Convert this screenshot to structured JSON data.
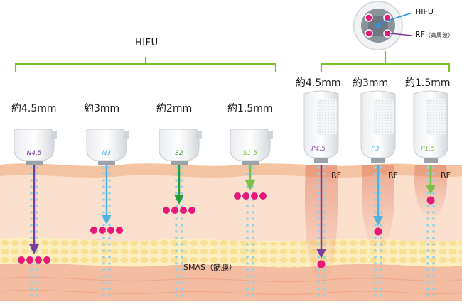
{
  "hifu_label": "HIFU",
  "smas_label": "SMAS（筋膜）",
  "legend": {
    "hifu": "HIFU",
    "rf": "RF",
    "rf_note": "（高周波）"
  },
  "rf_tag": "RF",
  "hifu_probes": [
    {
      "depth_label": "約4.5mm",
      "cartridge": "N4.5",
      "color": "#7b3fa0"
    },
    {
      "depth_label": "約3mm",
      "cartridge": "N3",
      "color": "#4fb3e0"
    },
    {
      "depth_label": "約2mm",
      "cartridge": "S2",
      "color": "#2a9a3a"
    },
    {
      "depth_label": "約1.5mm",
      "cartridge": "S1.5",
      "color": "#7cc242"
    }
  ],
  "rf_probes": [
    {
      "depth_label": "約4.5mm",
      "cartridge": "P4.5",
      "color": "#7b3fa0"
    },
    {
      "depth_label": "約3mm",
      "cartridge": "P3",
      "color": "#4fb3e0"
    },
    {
      "depth_label": "約1.5mm",
      "cartridge": "P1.5",
      "color": "#7cc242"
    }
  ],
  "colors": {
    "bracket": "#7cbf2a",
    "skin_top": "#f6c9a9",
    "skin_mid": "#fbe3d2",
    "fat": "#fdeec0",
    "fat_dot": "#f6d77a",
    "muscle": "#f4bfa3",
    "focus": "#e6197a",
    "dots": "#8fd3ec",
    "legend_hifu_line": "#2f8fd6",
    "legend_rf_line": "#7b3fa0"
  }
}
